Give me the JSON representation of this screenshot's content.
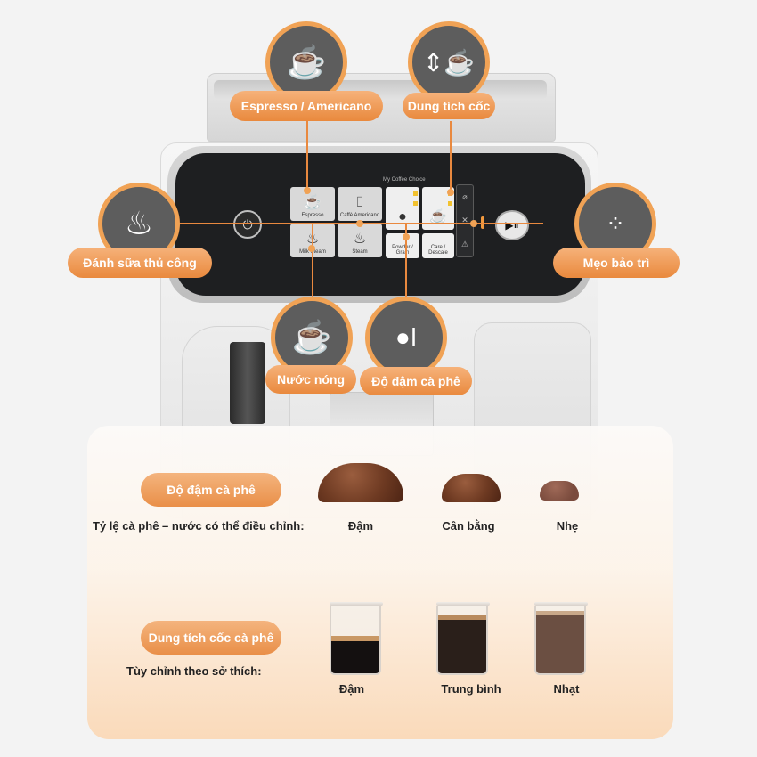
{
  "callouts": {
    "espresso": "Espresso / Americano",
    "volume": "Dung tích cốc",
    "milk": "Đánh sữa thủ công",
    "maintenance": "Mẹo bảo trì",
    "hot_water": "Nước nóng",
    "strength": "Độ đậm cà phê"
  },
  "panel": {
    "title": "My Coffee Choice",
    "tiles": [
      "Espresso",
      "Caffè Americano",
      "Milk Steam",
      "Steam",
      "Powder / Grain",
      "Care / Descale"
    ]
  },
  "strength_section": {
    "pill": "Độ đậm cà phê",
    "caption": "Tỷ lệ cà phê – nước có thể điều chỉnh:",
    "levels": [
      "Đậm",
      "Cân bằng",
      "Nhẹ"
    ]
  },
  "volume_section": {
    "pill": "Dung tích cốc cà phê",
    "caption": "Tùy chỉnh theo sở thích:",
    "levels": [
      "Đậm",
      "Trung bình",
      "Nhạt"
    ]
  },
  "colors": {
    "accent": "#e9893f",
    "circle": "#5d5d5d"
  },
  "icons": [
    "espresso-cup-icon",
    "cup-volume-icon",
    "steam-hand-icon",
    "maintenance-dots-icon",
    "hot-water-cup-icon",
    "bean-strength-icon",
    "power-icon",
    "start-icon"
  ]
}
